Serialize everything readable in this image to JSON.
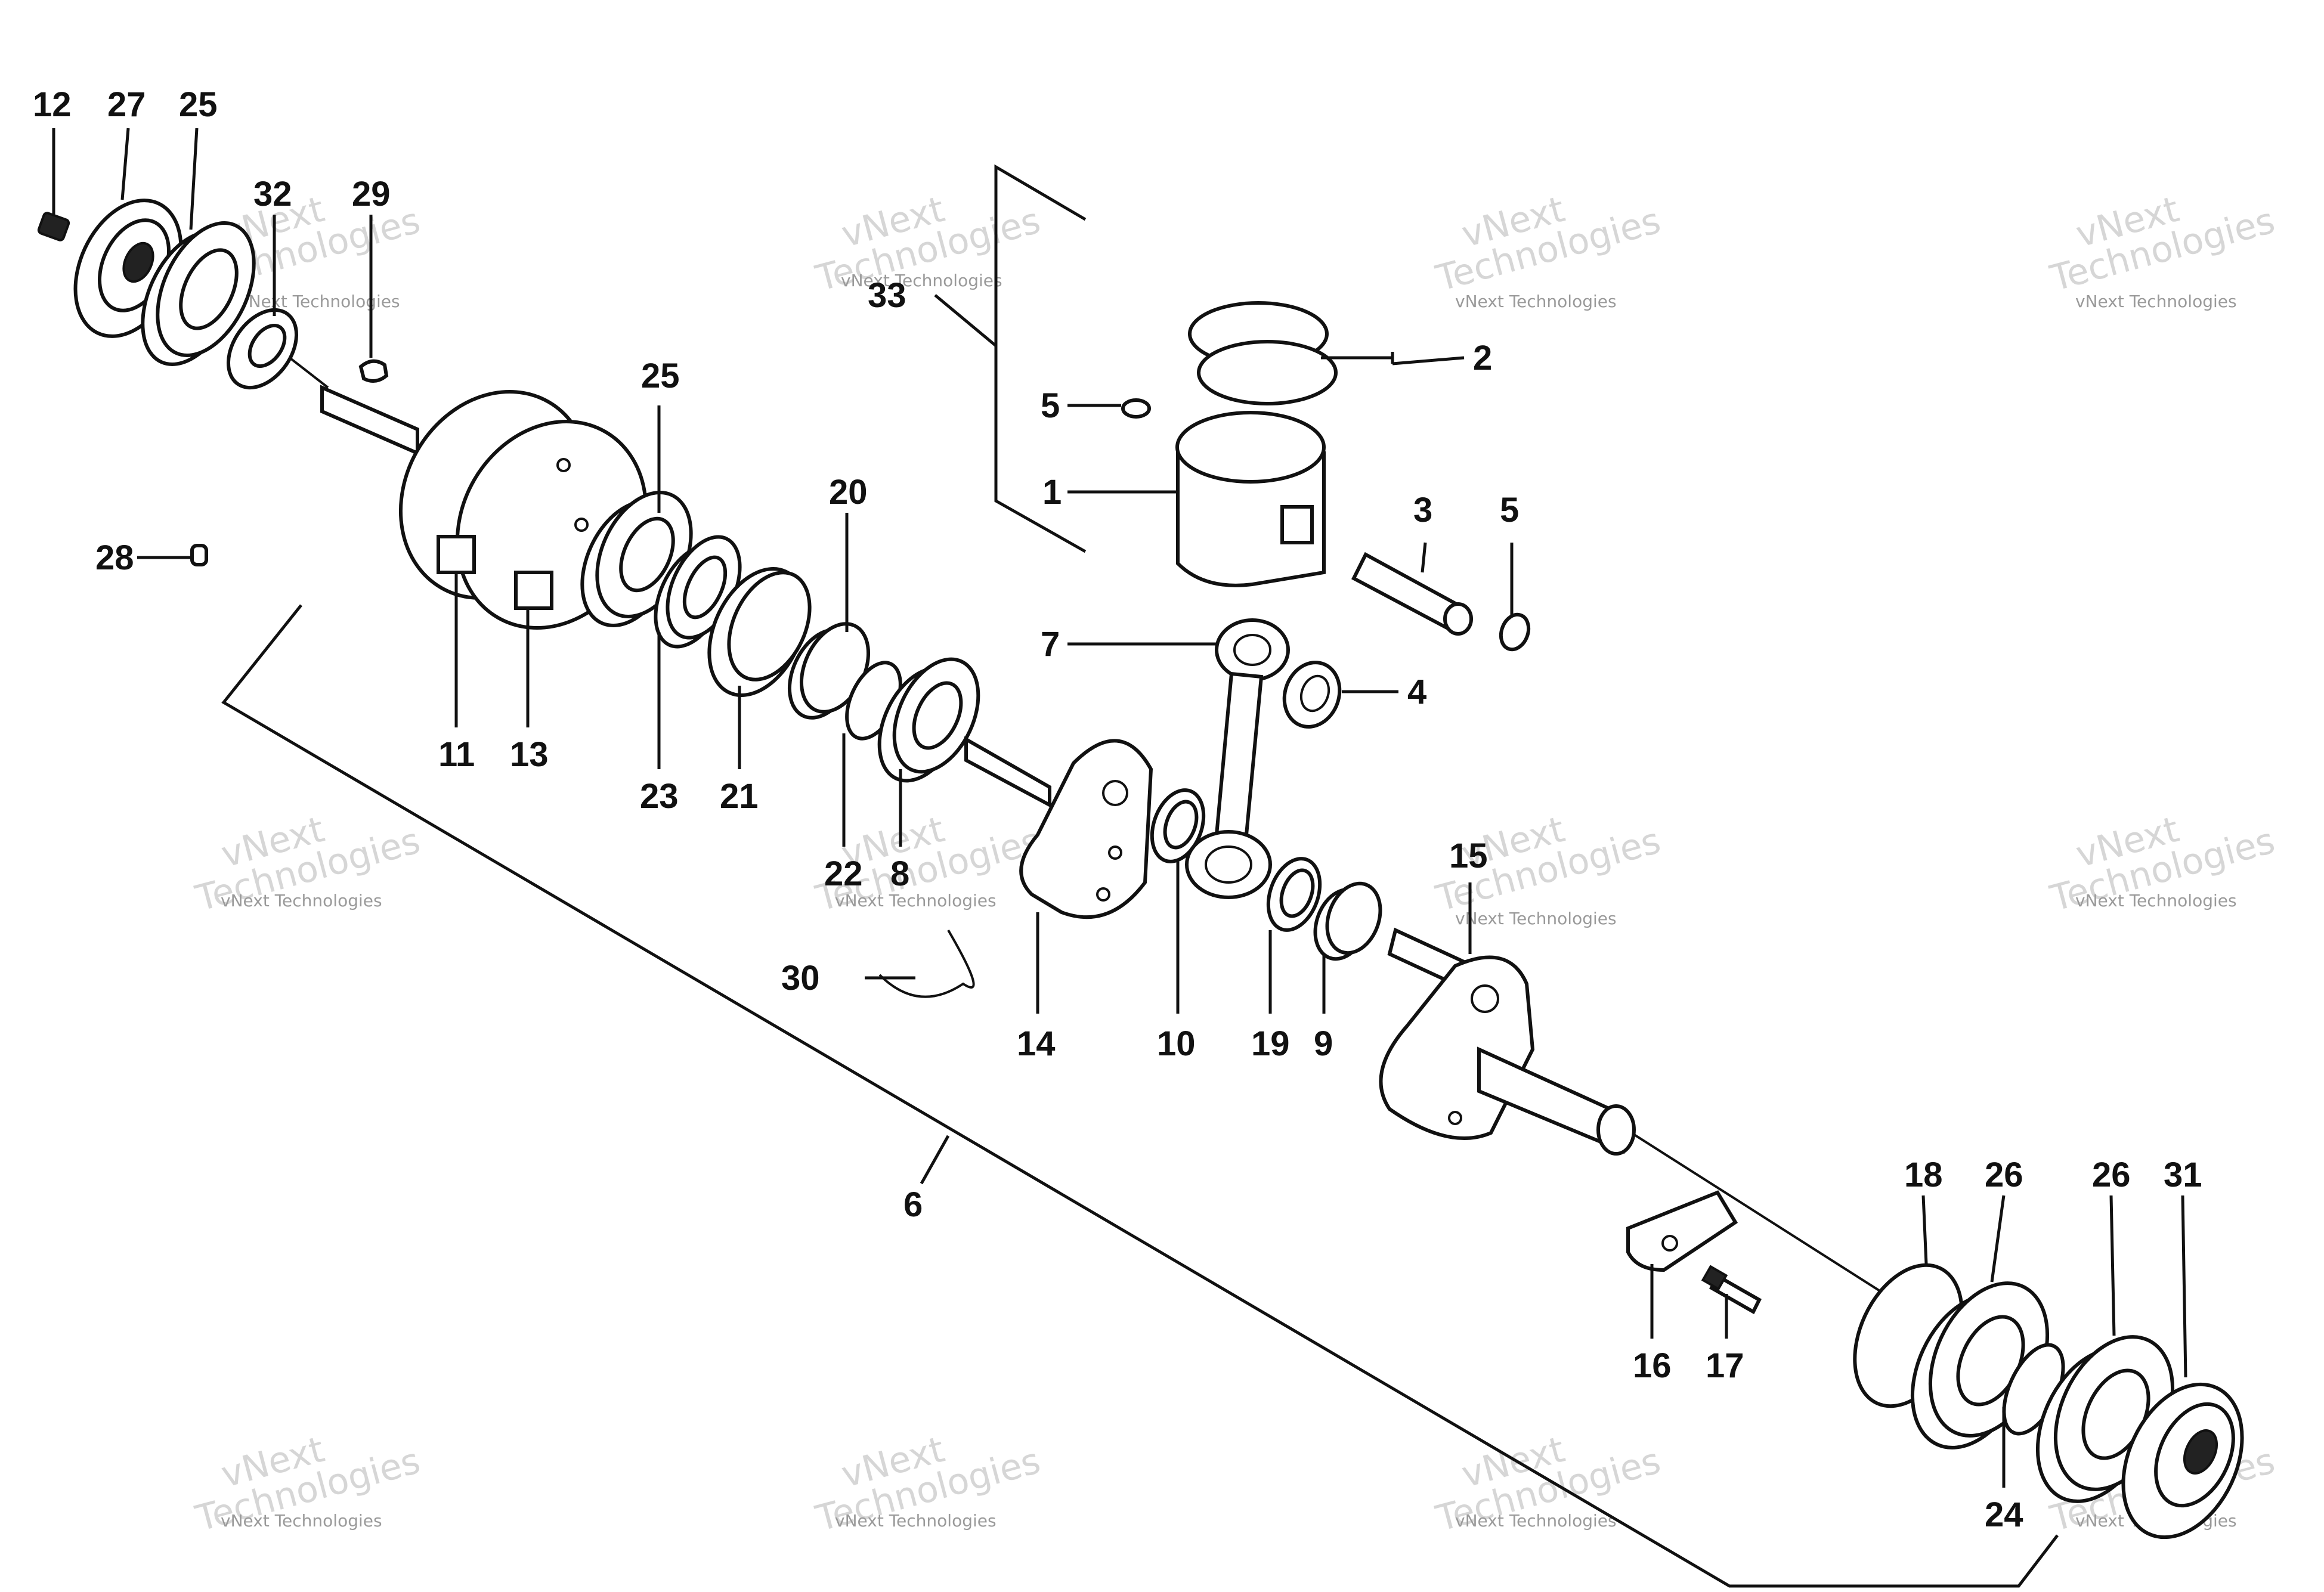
{
  "callouts": [
    "12",
    "27",
    "25",
    "32",
    "29",
    "33",
    "2",
    "5",
    "1",
    "3",
    "5",
    "25",
    "20",
    "7",
    "4",
    "28",
    "11",
    "13",
    "23",
    "21",
    "22",
    "8",
    "15",
    "30",
    "14",
    "10",
    "19",
    "9",
    "6",
    "18",
    "26",
    "26",
    "31",
    "16",
    "17",
    "24"
  ],
  "watermark": {
    "line1": "vNext Technologies",
    "line2": "vNext",
    "line3": "Technologies"
  },
  "colors": {
    "ink": "#111111",
    "watermark": "#c8c8c8",
    "background": "#ffffff"
  }
}
